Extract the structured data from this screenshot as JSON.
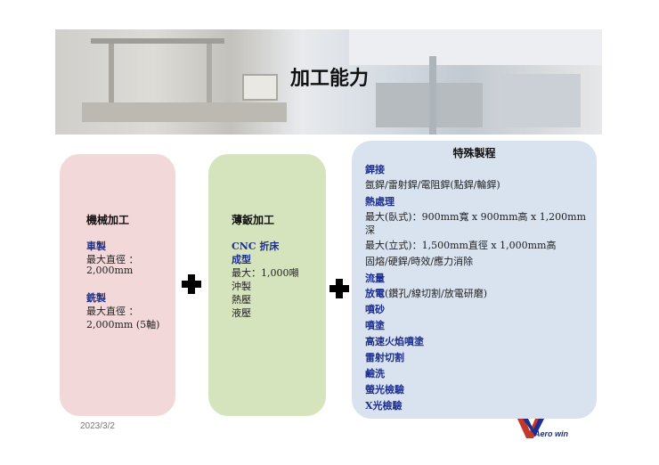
{
  "title": "加工能力",
  "date": "2023/3/2",
  "logo_text": "Aero win",
  "machining": {
    "heading": "機械加工",
    "turning_label": "車製",
    "turning_lines": [
      "最大直徑 ：",
      "2,000mm"
    ],
    "milling_label": "銑製",
    "milling_lines": [
      "最大直徑 ：",
      "2,000mm (5軸)"
    ]
  },
  "sheet_metal": {
    "heading": "薄鈑加工",
    "cnc_label": "CNC 折床",
    "forming_label": "成型",
    "lines": [
      "最大：1,000噸",
      "沖製",
      "熱壓",
      "液壓"
    ]
  },
  "special": {
    "heading": "特殊製程",
    "welding_label": "銲接",
    "welding_line": "氬銲/雷射銲/電阻銲(點銲/輪銲)",
    "heat_label": "熱處理",
    "heat_lines": [
      "最大(臥式)：900mm寬 x 900mm高 x 1,200mm",
      "深",
      "最大(立式)：1,500mm直徑 x 1,000mm高",
      "固熔/硬銲/時效/應力消除"
    ],
    "items": [
      "流量"
    ],
    "edm_label": "放電",
    "edm_detail": "(鑽孔/線切割/放電研磨)",
    "more_items": [
      "噴砂",
      "噴塗",
      "高速火焰噴塗",
      "雷射切割",
      "鹼洗",
      "螢光檢驗",
      "X光檢驗"
    ]
  },
  "colors": {
    "machining_panel": "#f3d8da",
    "sheet_panel": "#d6e4bd",
    "special_panel": "#d9e2ef",
    "label_blue": "#1d2f8c"
  },
  "icons": [
    "plus-icon",
    "aero-win-logo"
  ]
}
